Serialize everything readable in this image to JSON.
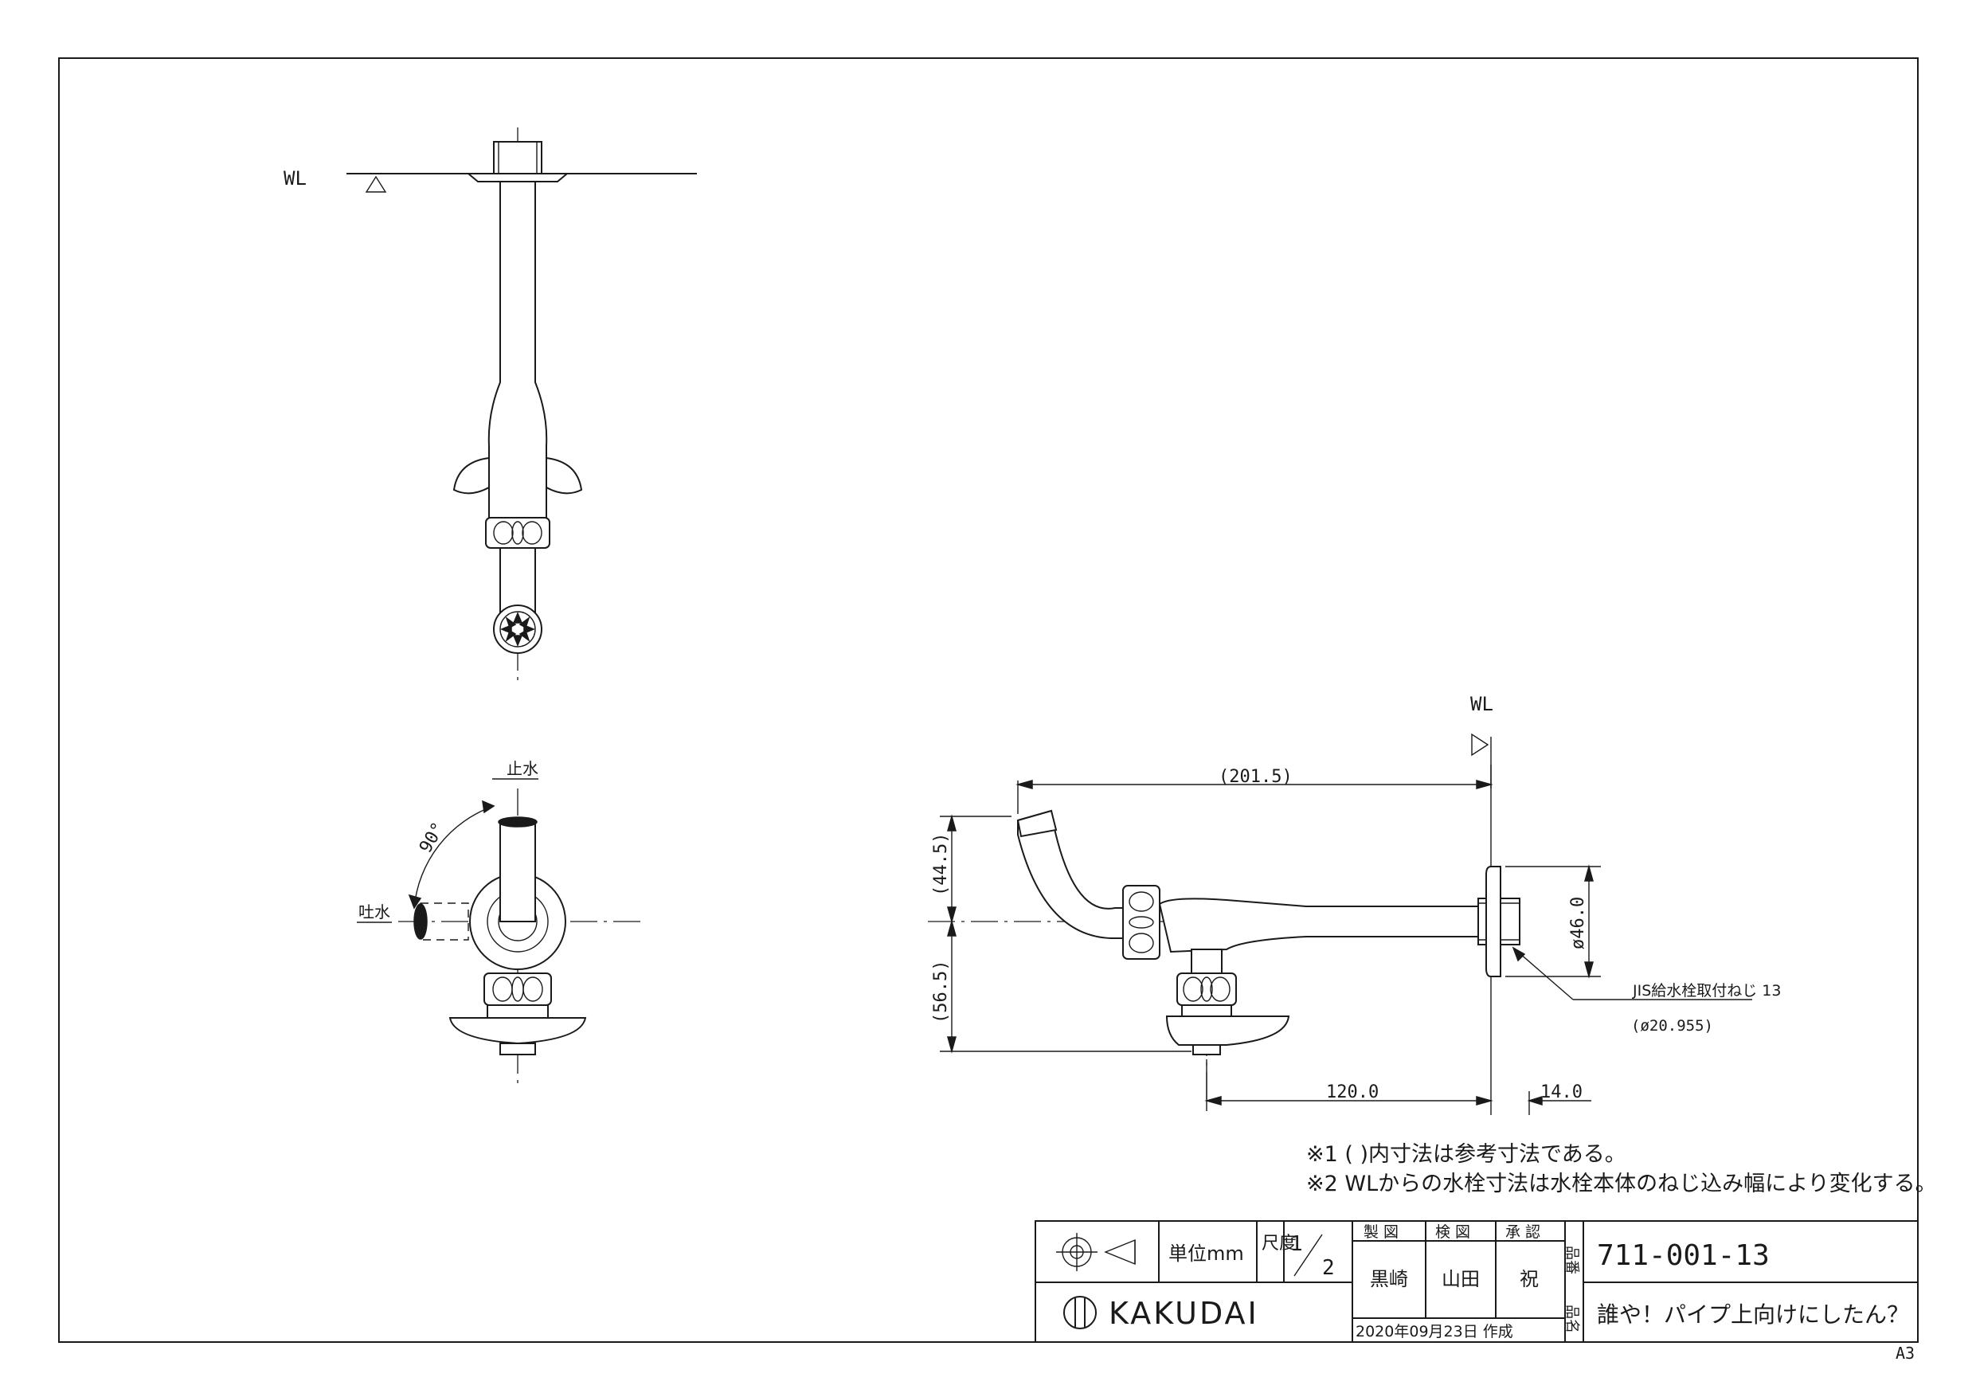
{
  "drawing": {
    "wl_label_top": "WL",
    "wl_label_side": "WL",
    "label_stop": "止水",
    "label_spout": "吐水",
    "angle": "90°",
    "dim_total": "(201.5)",
    "dim_upper": "(44.5)",
    "dim_lower": "(56.5)",
    "dim_dia": "ø46.0",
    "dim_len": "120.0",
    "dim_flange": "14.0",
    "thread_label": "JIS給水栓取付ねじ 13",
    "thread_dia": "(ø20.955)"
  },
  "notes": {
    "note1": "※1 ( )内寸法は参考寸法である。",
    "note2": "※2 WLからの水栓寸法は水栓本体のねじ込み幅により変化する。"
  },
  "title_block": {
    "unit": "単位mm",
    "scale_label": "尺度",
    "scale_num": "1",
    "scale_den": "2",
    "drawn_label": "製 図",
    "checked_label": "検 図",
    "approved_label": "承 認",
    "drawn_by": "黒崎",
    "checked_by": "山田",
    "approved_by": "祝",
    "part_no_label": "品番",
    "part_no": "711-001-13",
    "part_name_label": "品名",
    "part_name": "誰や！パイプ上向けにしたん？",
    "date": "2020年09月23日 作成",
    "brand": "KAKUDAI",
    "sheet_size": "A3"
  }
}
